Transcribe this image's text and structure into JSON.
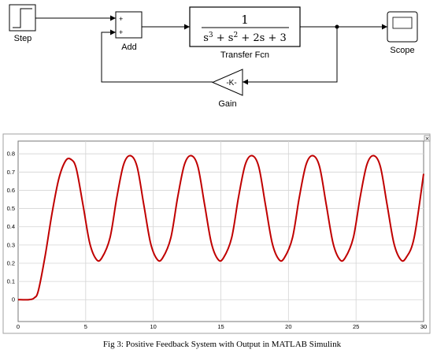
{
  "diagram": {
    "blocks": {
      "step": {
        "label": "Step"
      },
      "add": {
        "label": "Add",
        "sign_top": "+",
        "sign_bottom": "+"
      },
      "transfer_fcn": {
        "label": "Transfer Fcn",
        "numerator": "1",
        "denominator_parts": [
          "s",
          "3",
          " + s",
          "2",
          " + 2s + 3"
        ]
      },
      "scope": {
        "label": "Scope"
      },
      "gain": {
        "label": "Gain",
        "value": "-K-"
      }
    }
  },
  "chart_data": {
    "type": "line",
    "title": "",
    "xlabel": "",
    "ylabel": "",
    "xlim": [
      0,
      30
    ],
    "ylim": [
      -0.12,
      0.87
    ],
    "xticks": [
      0,
      5,
      10,
      15,
      20,
      25,
      30
    ],
    "yticks": [
      0,
      0.1,
      0.2,
      0.3,
      0.4,
      0.5,
      0.6,
      0.7,
      0.8
    ],
    "grid": true,
    "series": [
      {
        "color": "#c00000",
        "x": [
          0,
          0.8,
          1.2,
          1.5,
          2.0,
          2.5,
          3.0,
          3.5,
          3.9,
          4.3,
          4.8,
          5.3,
          5.8,
          6.2,
          6.8,
          7.3,
          7.8,
          8.3,
          8.8,
          9.3,
          9.8,
          10.3,
          10.7,
          11.3,
          11.8,
          12.3,
          12.8,
          13.3,
          13.8,
          14.3,
          14.8,
          15.2,
          15.8,
          16.3,
          16.8,
          17.3,
          17.8,
          18.3,
          18.8,
          19.3,
          19.7,
          20.3,
          20.8,
          21.3,
          21.8,
          22.3,
          22.8,
          23.3,
          23.8,
          24.2,
          24.8,
          25.3,
          25.8,
          26.3,
          26.8,
          27.3,
          27.8,
          28.3,
          28.7,
          29.3,
          30
        ],
        "y": [
          0,
          0,
          0.01,
          0.05,
          0.24,
          0.47,
          0.66,
          0.76,
          0.77,
          0.72,
          0.52,
          0.31,
          0.22,
          0.23,
          0.34,
          0.56,
          0.74,
          0.79,
          0.73,
          0.52,
          0.31,
          0.22,
          0.23,
          0.34,
          0.56,
          0.74,
          0.79,
          0.73,
          0.52,
          0.31,
          0.22,
          0.23,
          0.34,
          0.56,
          0.74,
          0.79,
          0.73,
          0.52,
          0.31,
          0.22,
          0.23,
          0.34,
          0.56,
          0.74,
          0.79,
          0.73,
          0.52,
          0.31,
          0.22,
          0.23,
          0.34,
          0.56,
          0.74,
          0.79,
          0.73,
          0.52,
          0.31,
          0.22,
          0.23,
          0.34,
          0.69
        ]
      }
    ]
  },
  "caption": "Fig 3: Positive Feedback System with Output in MATLAB Simulink"
}
